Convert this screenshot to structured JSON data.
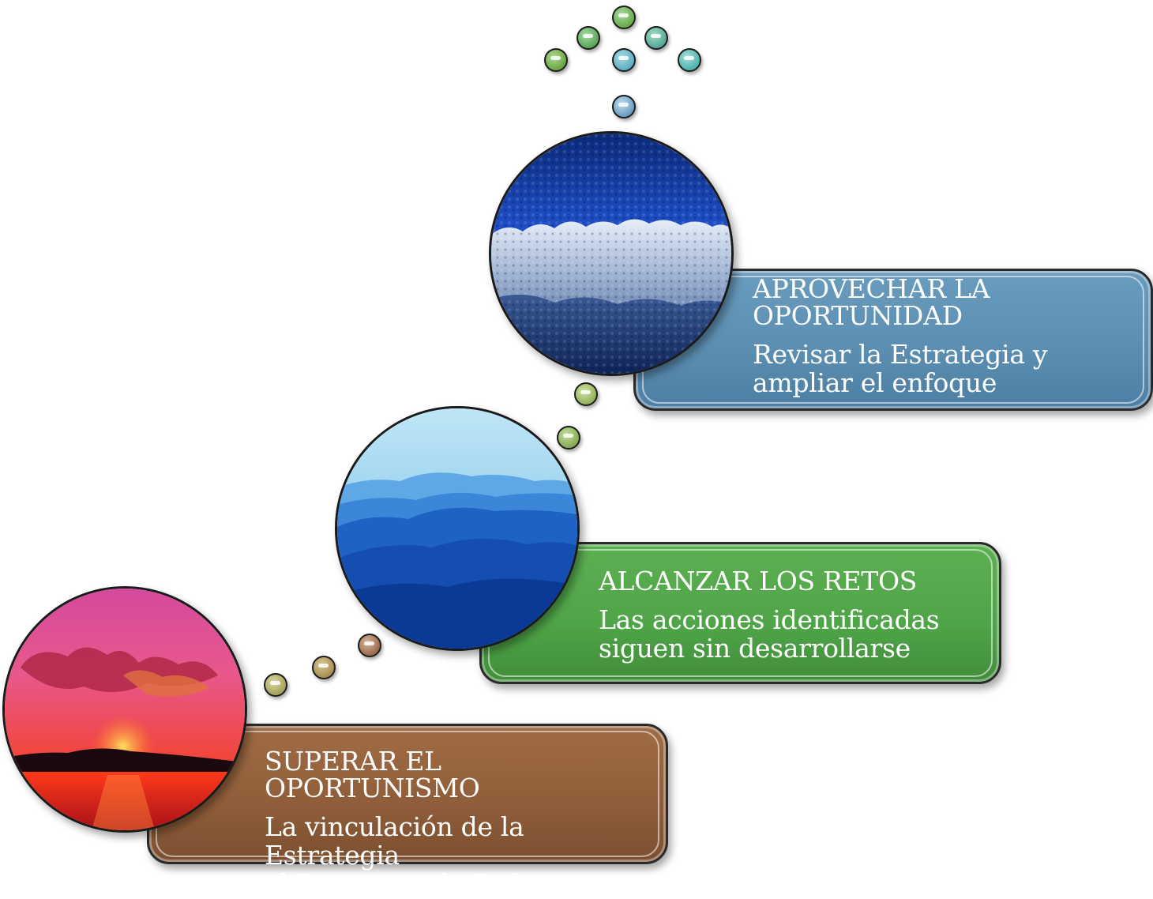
{
  "steps": [
    {
      "title": "APROVECHAR LA OPORTUNIDAD",
      "title_line1": "APROVECHAR LA",
      "title_line2": "OPORTUNIDAD",
      "body_line1": "Revisar la Estrategia y",
      "body_line2": "ampliar el enfoque",
      "color": "#5a8db0",
      "image": "frosted-forest"
    },
    {
      "title": "ALCANZAR LOS RETOS",
      "body_line1": "Las acciones identificadas",
      "body_line2": "siguen sin desarrollarse",
      "color": "#4ea447",
      "image": "blue-mountains"
    },
    {
      "title": "SUPERAR EL OPORTUNISMO",
      "body_line1": "La vinculación de la Estrategia",
      "body_line2": "al Programa de Reformas",
      "color": "#8e5d39",
      "image": "red-sunset"
    }
  ],
  "bubble_colors": [
    "#6aab4a",
    "#78b07a",
    "#55a898",
    "#6fb0c6",
    "#5fb6b0",
    "#6a9dc0",
    "#93b25c",
    "#8aaa5e",
    "#b9ad6a",
    "#a98e5e",
    "#a0735c"
  ]
}
